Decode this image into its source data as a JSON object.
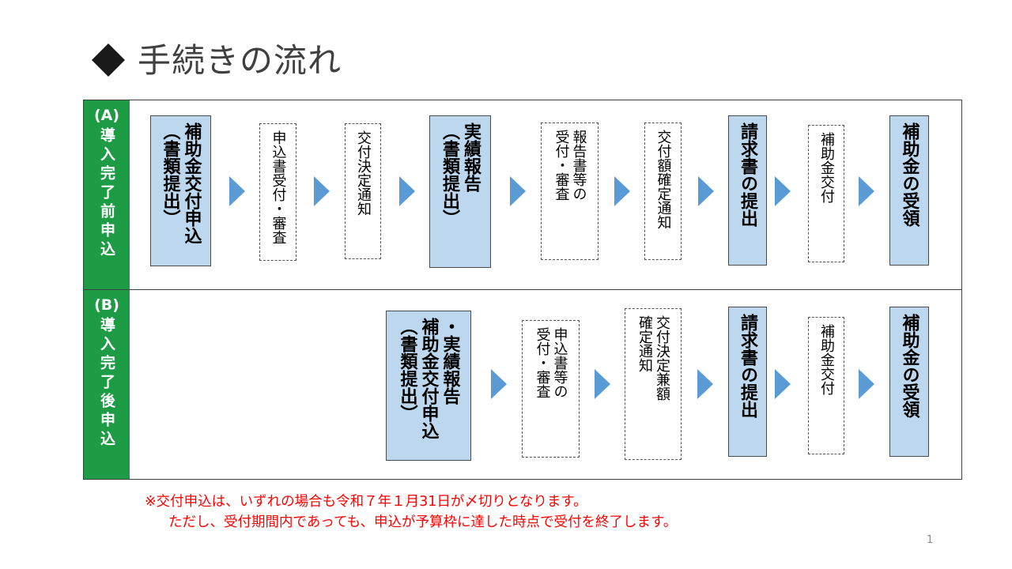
{
  "title": "手続きの流れ",
  "rows": [
    {
      "code": "(A)",
      "label": "導入完了前申込",
      "steps": [
        {
          "text": "補助金交付申込\n（書類提出）"
        },
        {
          "text": "申込書受付・審査"
        },
        {
          "text": "交付決定通知"
        },
        {
          "text": "実績報告\n（書類提出）"
        },
        {
          "text": "報告書等の\n受付・審査"
        },
        {
          "text": "交付額確定通知"
        },
        {
          "text": "請求書の提出"
        },
        {
          "text": "補助金交付"
        },
        {
          "text": "補助金の受領"
        }
      ]
    },
    {
      "code": "(B)",
      "label": "導入完了後申込",
      "steps": [
        {
          "text": "・実績報告\n補助金交付申込\n（書類提出）"
        },
        {
          "text": "申込書等の\n受付・審査"
        },
        {
          "text": "交付決定兼額\n確定通知"
        },
        {
          "text": "請求書の提出"
        },
        {
          "text": "補助金交付"
        },
        {
          "text": "補助金の受領"
        }
      ]
    }
  ],
  "notes": {
    "line1": "※交付申込は、いずれの場合も令和７年１月31日が〆切りとなります。",
    "line2": "ただし、受付期間内であっても、申込が予算枠に達した時点で受付を終了します。"
  },
  "page_number": "1",
  "colors": {
    "label_green": "#1e9b45",
    "box_blue": "#bdd7ee",
    "arrow_blue": "#5b9bd5",
    "note_red": "#ff0000"
  }
}
